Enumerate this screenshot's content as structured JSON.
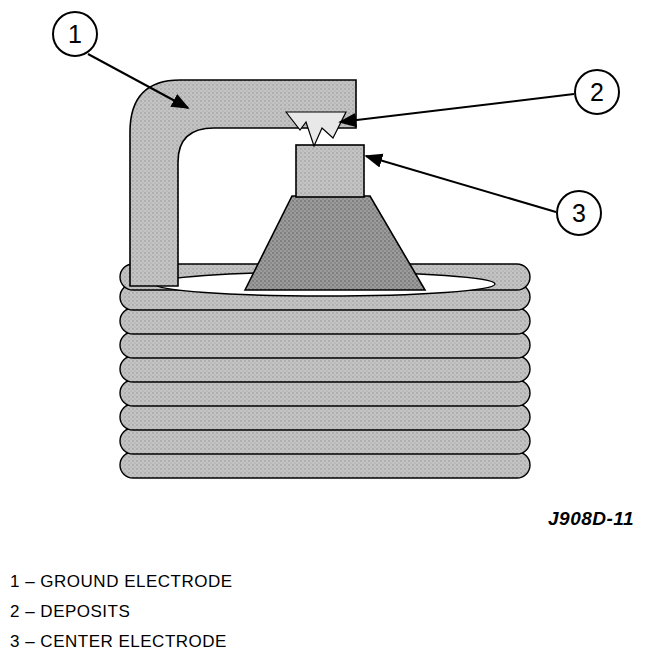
{
  "diagram": {
    "nodes": [
      {
        "text": [
          "1"
        ]
      },
      {
        "text": [
          "2"
        ]
      },
      {
        "text": [
          "3"
        ]
      }
    ],
    "labels": [
      "J908D-11",
      "1 – GROUND ELECTRODE",
      "2 – DEPOSITS",
      "3 – CENTER ELECTRODE"
    ]
  }
}
